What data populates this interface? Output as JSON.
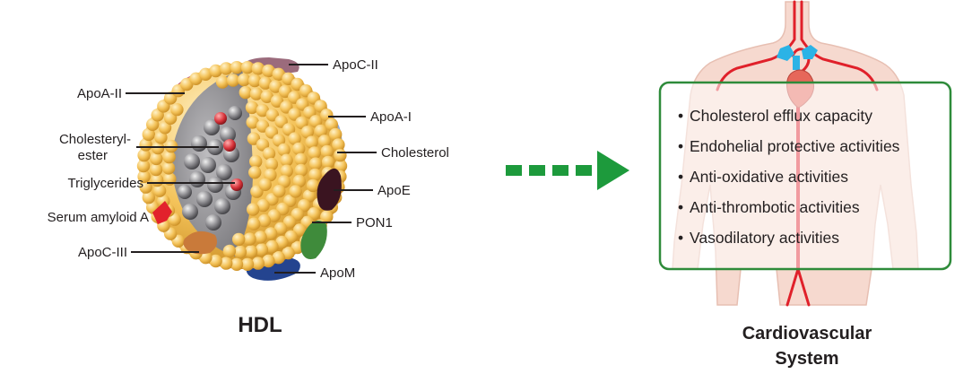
{
  "hdl": {
    "title": "HDL",
    "labels": {
      "apoc2": "ApoC-II",
      "apoa2": "ApoA-II",
      "apoa1": "ApoA-I",
      "cholesteryl_ester_line1": "Cholesteryl-",
      "cholesteryl_ester_line2": "ester",
      "cholesterol": "Cholesterol",
      "triglycerides": "Triglycerides",
      "apoe": "ApoE",
      "serum_amyloid_a": "Serum amyloid A",
      "pon1": "PON1",
      "apoc3": "ApoC-III",
      "apom": "ApoM"
    }
  },
  "system": {
    "title_line1": "Cardiovascular",
    "title_line2": "System",
    "activities": [
      "Cholesterol efflux capacity",
      "Endohelial protective activities",
      "Anti-oxidative activities",
      "Anti-thrombotic activities",
      "Vasodilatory activities"
    ]
  },
  "colors": {
    "lipid_head": "#f4c35a",
    "lipid_core": "#8d8c90",
    "arrow": "#1d9a3c",
    "box_border": "#2e8b3a",
    "body_fill": "#f6d9cf",
    "artery": "#e0202a",
    "vein": "#2bb3e6",
    "apoc2": "#9b6b7c",
    "apoa2": "#c6606a",
    "apoa1": "#8fa8d3",
    "apoe": "#3a1420",
    "serum_amyloid_a": "#e2212c",
    "pon1": "#3f8b3b",
    "apoc3": "#c97a3a",
    "apom": "#24448f"
  },
  "icons": {
    "hdl_particle": "hdl-particle-icon",
    "human_body": "human-body-icon",
    "flow_arrow": "dashed-arrow-icon"
  }
}
